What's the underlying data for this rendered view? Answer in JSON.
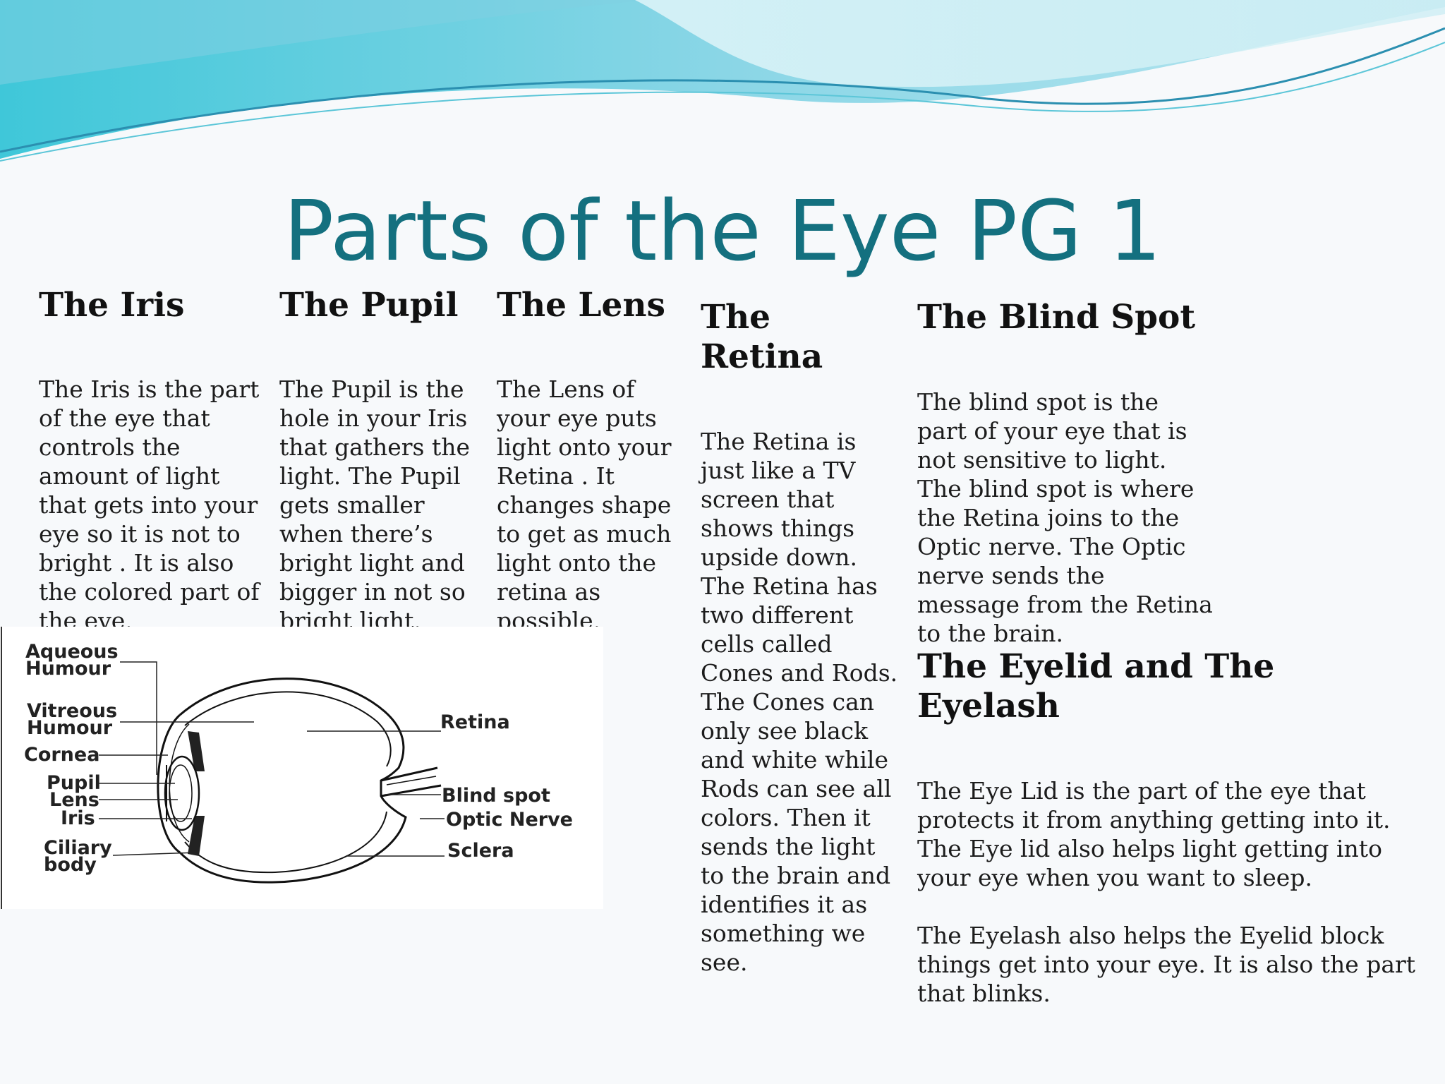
{
  "title": "Parts of the Eye PG 1",
  "sections": {
    "iris": {
      "heading": "The Iris",
      "body": "The Iris is the part of the eye that controls the amount of light that gets into your eye so it is not to bright .  It is also the colored part of the eye."
    },
    "pupil": {
      "heading": "The Pupil",
      "body": "The Pupil is the hole in your Iris that gathers the light. The Pupil gets smaller when there’s bright light and bigger in not so bright light."
    },
    "lens": {
      "heading": "The Lens",
      "body": "The Lens of your eye  puts light onto your Retina . It changes shape to get as much light onto the retina as possible."
    },
    "retina": {
      "heading": "The Retina",
      "body": "The Retina is just like a TV screen that shows things upside down. The Retina has two different cells called Cones and Rods.  The Cones can only see black and white while Rods can see all colors.  Then it sends the light to the brain and identifies it as something we see."
    },
    "blind_spot": {
      "heading": "The Blind Spot",
      "body": "The blind spot is the part of your eye that is not sensitive to light.  The blind spot is where the Retina joins to the Optic nerve.  The Optic nerve sends the message from the Retina to the brain."
    },
    "eyelid": {
      "heading": "The Eyelid and The Eyelash",
      "body_1": "The Eye Lid is the part of the eye that protects it from anything getting into it.  The Eye lid also helps light getting into your eye when you want to sleep.",
      "body_2": "The Eyelash also helps the Eyelid block things get into your eye.  It is also the part that blinks."
    }
  },
  "diagram_labels": {
    "aqueous_humour": "Aqueous Humour",
    "vitreous_humour": "Vitreous Humour",
    "cornea": "Cornea",
    "pupil": "Pupil",
    "lens": "Lens",
    "iris": "Iris",
    "ciliary_body": "Ciliary body",
    "retina": "Retina",
    "blind_spot": "Blind spot",
    "optic_nerve": "Optic Nerve",
    "sclera": "Sclera"
  },
  "colors": {
    "title": "#14707f",
    "swoosh_light": "#bfe7ef",
    "swoosh_mid": "#5cc6d8",
    "swoosh_dark": "#2b8fb0"
  }
}
